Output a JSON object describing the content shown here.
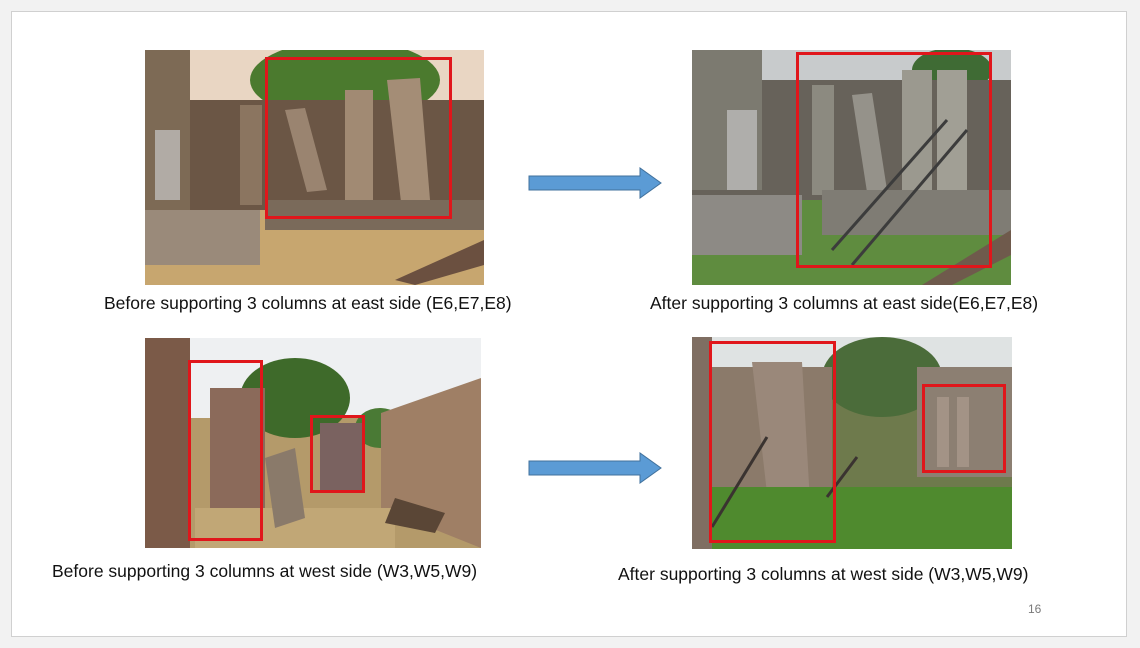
{
  "slide": {
    "page_number": "16",
    "captions": {
      "east_before": "Before supporting 3 columns at east side (E6,E7,E8)",
      "east_after": "After supporting 3 columns at east side(E6,E7,E8)",
      "west_before": "Before supporting 3 columns at west side  (W3,W5,W9)",
      "west_after": "After supporting 3 columns at west side (W3,W5,W9)"
    },
    "colors": {
      "highlight": "#e0161b",
      "arrow": "#5b9bd5",
      "arrow_edge": "#41719c"
    }
  }
}
